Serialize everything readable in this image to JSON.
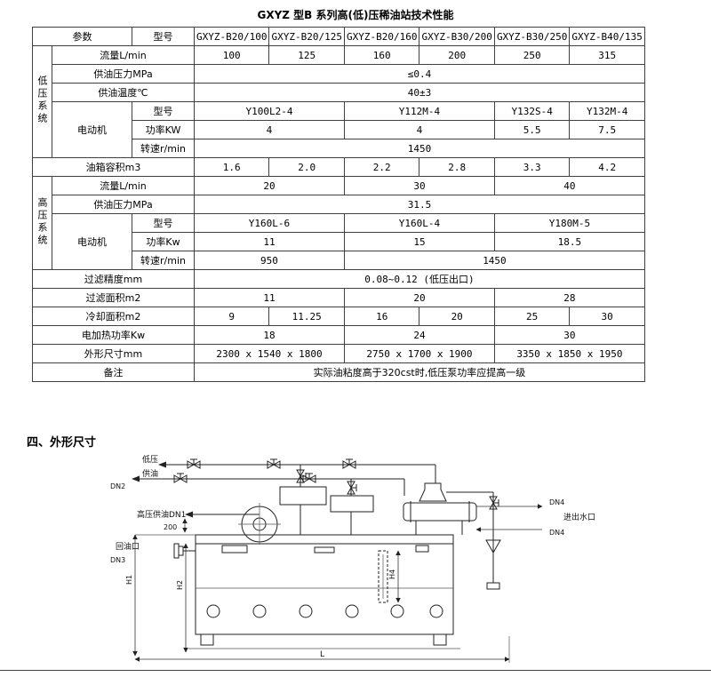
{
  "doc": {
    "title": "GXYZ 型B 系列高(低)压稀油站技术性能",
    "section_heading": "四、外形尺寸"
  },
  "table": {
    "header": {
      "param": "参数",
      "model": "型号",
      "models": [
        "GXYZ-B20/100",
        "GXYZ-B20/125",
        "GXYZ-B20/160",
        "GXYZ-B30/200",
        "GXYZ-B30/250",
        "GXYZ-B40/135"
      ]
    },
    "low": {
      "group": "低压系统",
      "flow_label": "流量L/min",
      "flow": [
        "100",
        "125",
        "160",
        "200",
        "250",
        "315"
      ],
      "pressure_label": "供油压力MPa",
      "pressure": "≤0.4",
      "temp_label": "供油温度℃",
      "temp": "40±3",
      "motor_label": "电动机",
      "model_label": "型号",
      "models": [
        "Y100L2-4",
        "Y112M-4",
        "Y132S-4",
        "Y132M-4"
      ],
      "power_label": "功率KW",
      "powers": [
        "4",
        "4",
        "5.5",
        "7.5"
      ],
      "speed_label": "转速r/min",
      "speed": "1450"
    },
    "tank_label": "油箱容积m3",
    "tank": [
      "1.6",
      "2.0",
      "2.2",
      "2.8",
      "3.3",
      "4.2"
    ],
    "high": {
      "group": "高压系统",
      "flow_label": "流量L/min",
      "flow": [
        "20",
        "30",
        "40"
      ],
      "pressure_label": "供油压力MPa",
      "pressure": "31.5",
      "motor_label": "电动机",
      "model_label": "型号",
      "models": [
        "Y160L-6",
        "Y160L-4",
        "Y180M-5"
      ],
      "power_label": "功率Kw",
      "powers": [
        "11",
        "15",
        "18.5"
      ],
      "speed_label": "转速r/min",
      "speeds": [
        "950",
        "1450"
      ]
    },
    "misc": {
      "precision_label": "过滤精度mm",
      "precision": "0.08~0.12 (低压出口)",
      "filter_area_label": "过滤面积m2",
      "filter_area": [
        "11",
        "20",
        "28"
      ],
      "cooling_area_label": "冷却面积m2",
      "cooling_area": [
        "9",
        "11.25",
        "16",
        "20",
        "25",
        "30"
      ],
      "heater_label": "电加热功率Kw",
      "heater": [
        "18",
        "24",
        "30"
      ],
      "dims_label": "外形尺寸mm",
      "dims": [
        "2300 x 1540 x 1800",
        "2750 x 1700 x 1900",
        "3350 x 1850 x 1950"
      ],
      "note_label": "备注",
      "note": "实际油粘度高于320cst时,低压泵功率应提高一级"
    }
  },
  "diagram": {
    "low_pressure": "低压",
    "supply": "供油",
    "dn2": "DN2",
    "high_supply": "高压供油DN1",
    "dim_200": "200",
    "return_port": "回油口",
    "dn3": "DN3",
    "dn4_top": "DN4",
    "water_ports": "进出水口",
    "dn4_bottom": "DN4",
    "h1": "H1",
    "h2": "H2",
    "h4": "H4",
    "l": "L"
  }
}
